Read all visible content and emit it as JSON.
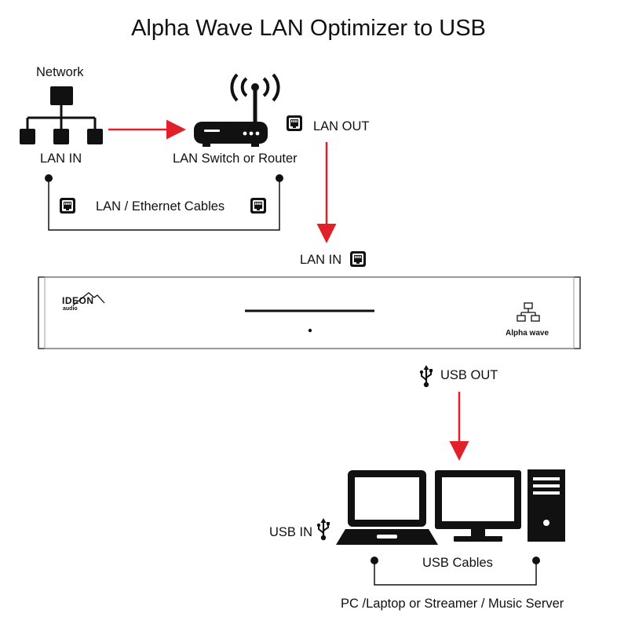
{
  "title": "Alpha Wave LAN Optimizer to USB",
  "network": {
    "label": "Network",
    "port_label": "LAN IN"
  },
  "router": {
    "label": "LAN Switch or Router",
    "port_label": "LAN OUT"
  },
  "cable_lan": {
    "label": "LAN / Ethernet Cables"
  },
  "device": {
    "input_label": "LAN IN",
    "logo_text": "IDEON",
    "logo_subtext": "audio",
    "model_name": "Alpha wave",
    "output_label": "USB OUT"
  },
  "computers": {
    "usb_in_label": "USB IN",
    "cable_label": "USB Cables"
  },
  "footer": "PC /Laptop or Streamer / Music Server",
  "colors": {
    "arrow": "#e2202a",
    "ink": "#111111",
    "device_edge": "#333333"
  },
  "icons": [
    "network-icon",
    "router-icon",
    "ethernet-port-icon",
    "usb-icon",
    "laptop-icon",
    "monitor-icon",
    "tower-pc-icon",
    "mountain-logo-icon",
    "network-diagram-icon"
  ]
}
